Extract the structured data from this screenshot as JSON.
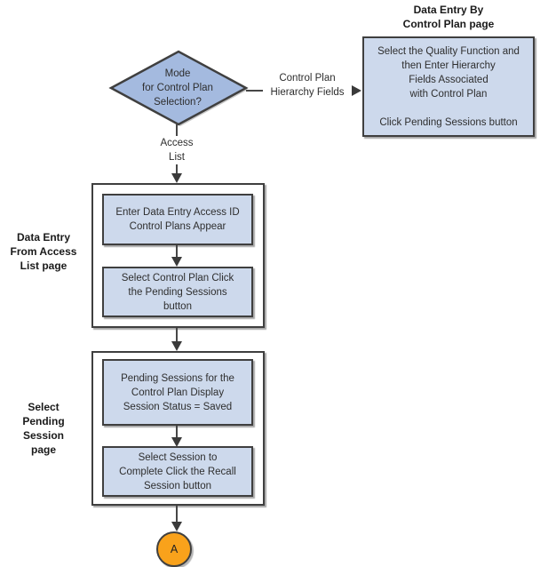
{
  "flow": {
    "page_title_control_plan": "Data Entry By\nControl Plan page",
    "decision_label": "Mode\nfor Control Plan\nSelection?",
    "edge_control_plan": "Control Plan\nHierarchy Fields",
    "edge_access_list": "Access\nList",
    "control_plan_step": "Select the Quality Function and\nthen Enter Hierarchy\nFields Associated\nwith Control Plan\n\nClick Pending Sessions button",
    "access_list_group": {
      "side_label": "Data Entry\nFrom Access\nList page",
      "step_1": "Enter Data Entry Access ID\nControl Plans Appear",
      "step_2": "Select Control Plan Click\nthe Pending Sessions\nbutton"
    },
    "pending_session_group": {
      "side_label": "Select\nPending\nSession\npage",
      "step_1": "Pending Sessions for the\nControl Plan Display\nSession Status = Saved",
      "step_2": "Select Session to\nComplete Click the Recall\nSession button"
    },
    "offpage_connector": "A",
    "colors": {
      "step_fill": "#cdd9ec",
      "decision_fill": "#a4badf",
      "outline": "#3f3f3f",
      "offpage_fill": "#f9a21b",
      "shadow": "#a8a8a8"
    }
  }
}
